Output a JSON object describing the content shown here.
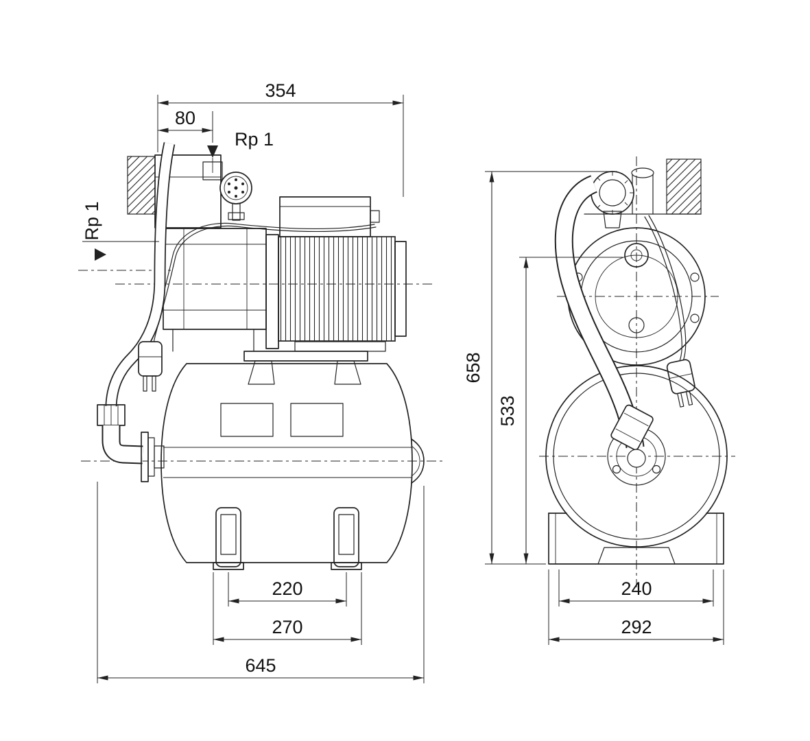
{
  "drawing": {
    "side_view": {
      "dim_width_overall": "354",
      "dim_port_offset": "80",
      "port_top": "Rp 1",
      "port_side": "Rp 1",
      "dim_feet_spacing": "220",
      "dim_feet_outer": "270",
      "dim_length_overall": "645"
    },
    "front_view": {
      "dim_height_overall": "658",
      "dim_height_port": "533",
      "dim_base_inner": "240",
      "dim_base_outer": "292"
    }
  }
}
